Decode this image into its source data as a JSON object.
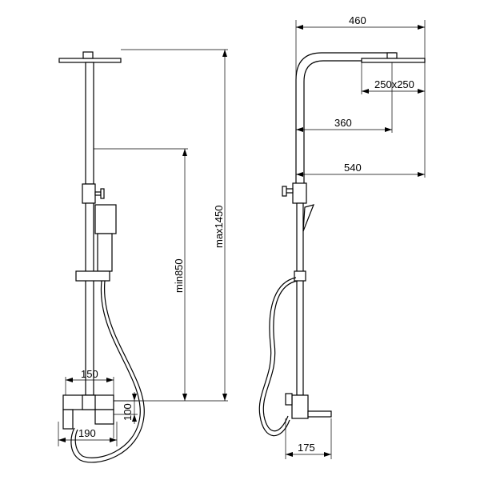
{
  "dimensions": {
    "d460": "460",
    "d250x250": "250x250",
    "d360": "360",
    "d540": "540",
    "d175": "175",
    "dmax1450": "max1450",
    "dmin850": "min850",
    "d150": "150",
    "d100": "100",
    "d190": "190"
  }
}
